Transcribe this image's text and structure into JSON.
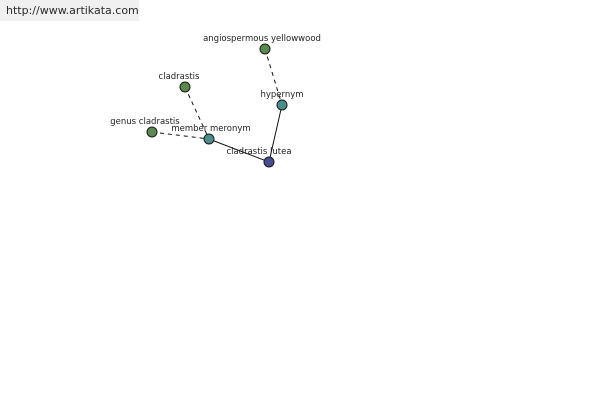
{
  "header": {
    "url": "http://www.artikata.com"
  },
  "colors": {
    "leaf_node": "#5a8a4e",
    "relation_node": "#4a8f8c",
    "root_node": "#4a4a96"
  },
  "nodes": {
    "angiospermous_yellowwood": {
      "label": "angiospermous yellowwood",
      "kind": "leaf"
    },
    "cladrastis": {
      "label": "cladrastis",
      "kind": "leaf"
    },
    "genus_cladrastis": {
      "label": "genus cladrastis",
      "kind": "leaf"
    },
    "hypernym": {
      "label": "hypernym",
      "kind": "relation"
    },
    "member_meronym": {
      "label": "member meronym",
      "kind": "relation"
    },
    "cladrastis_lutea": {
      "label": "cladrastis lutea",
      "kind": "root"
    }
  },
  "edges": [
    {
      "from": "angiospermous_yellowwood",
      "to": "hypernym",
      "style": "dashed"
    },
    {
      "from": "hypernym",
      "to": "cladrastis_lutea",
      "style": "solid"
    },
    {
      "from": "cladrastis",
      "to": "member_meronym",
      "style": "dashed"
    },
    {
      "from": "genus_cladrastis",
      "to": "member_meronym",
      "style": "dashed"
    },
    {
      "from": "member_meronym",
      "to": "cladrastis_lutea",
      "style": "solid"
    }
  ]
}
